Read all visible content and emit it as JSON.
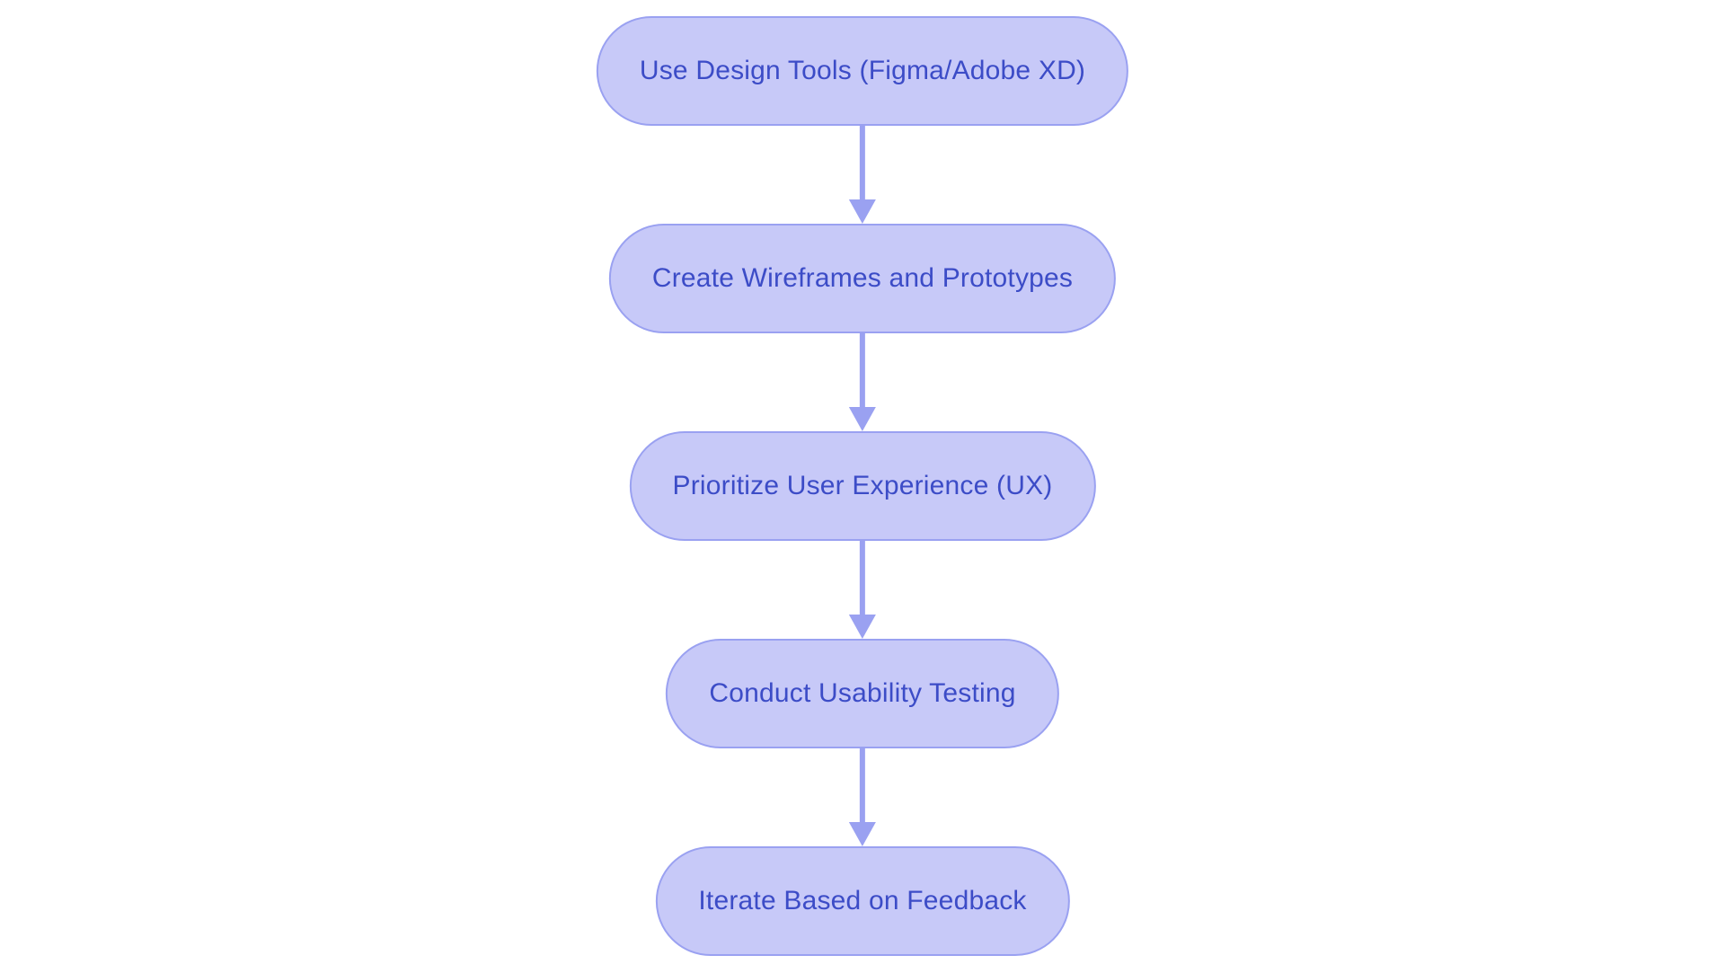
{
  "flowchart": {
    "type": "flowchart",
    "direction": "top-down",
    "colors": {
      "background": "#ffffff",
      "node_fill": "#c7c9f8",
      "node_border": "#9aa1f1",
      "node_text": "#3c4cc7",
      "arrow": "#9aa1f1"
    },
    "nodes": [
      {
        "id": "n1",
        "label": "Use Design Tools (Figma/Adobe XD)"
      },
      {
        "id": "n2",
        "label": "Create Wireframes and Prototypes"
      },
      {
        "id": "n3",
        "label": "Prioritize User Experience (UX)"
      },
      {
        "id": "n4",
        "label": "Conduct Usability Testing"
      },
      {
        "id": "n5",
        "label": "Iterate Based on Feedback"
      }
    ],
    "edges": [
      {
        "from": "n1",
        "to": "n2",
        "style": "arrow-down"
      },
      {
        "from": "n2",
        "to": "n3",
        "style": "arrow-down"
      },
      {
        "from": "n3",
        "to": "n4",
        "style": "arrow-down"
      },
      {
        "from": "n4",
        "to": "n5",
        "style": "arrow-down"
      }
    ]
  }
}
